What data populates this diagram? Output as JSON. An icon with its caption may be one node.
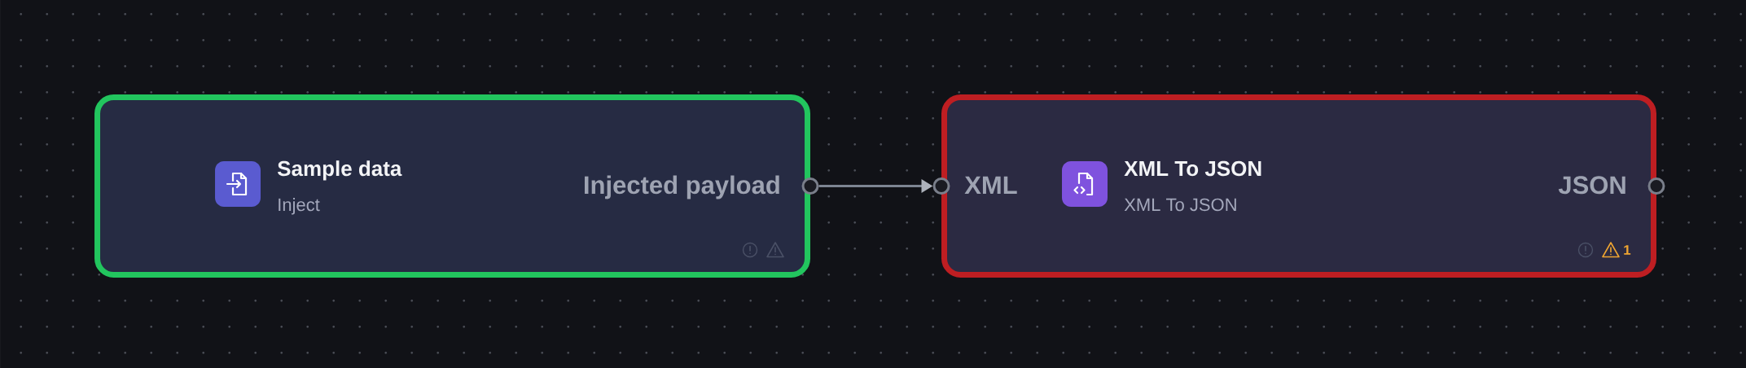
{
  "diagram": {
    "nodes": [
      {
        "text": [
          "Sample data",
          "Inject",
          "Injected payload"
        ]
      },
      {
        "text": [],
        "shape": "circle",
        "in": 0
      },
      {
        "text": [
          "XML",
          "XML To JSON",
          "XML To JSON",
          "JSON"
        ]
      },
      {
        "text": [],
        "shape": "circle",
        "in": 2
      },
      {
        "text": [],
        "shape": "circle",
        "in": 2
      }
    ],
    "edges": [
      {
        "from": 1,
        "to": 3,
        "arrow": "to"
      }
    ],
    "labels": [
      "1"
    ]
  }
}
